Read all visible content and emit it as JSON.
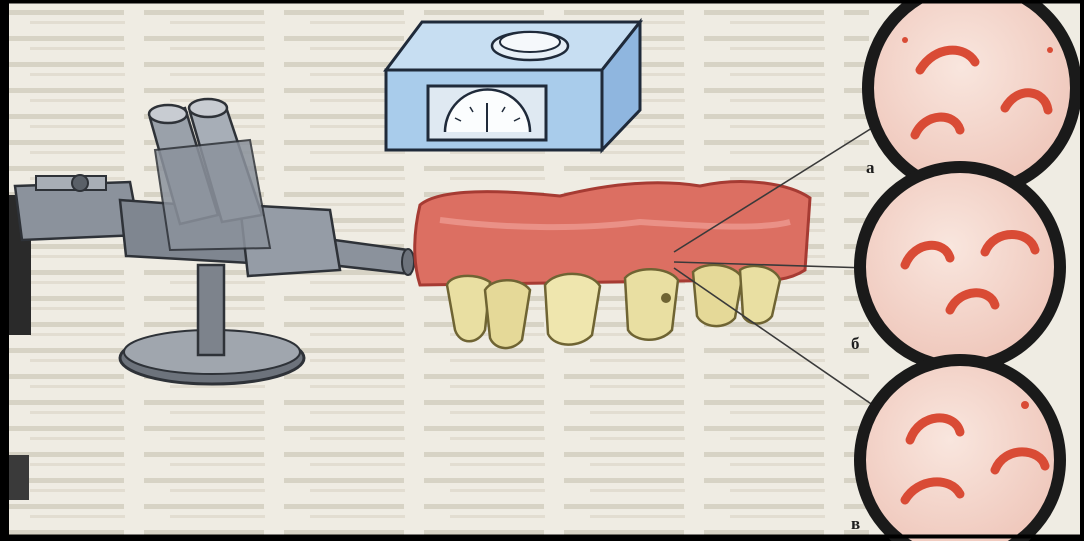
{
  "figure": {
    "labels": {
      "a": "а",
      "b": "б",
      "c": "в"
    },
    "colors": {
      "paper": "#efece3",
      "frame": "#000000",
      "gum": "#dc6f62",
      "tooth": "#e9dfa2",
      "metal": "#8b929c",
      "apparatus": "#9dc3e6",
      "lens_bg": "#f4d6cd",
      "bacteria": "#d94b35"
    },
    "icons": [
      "microscope-icon",
      "measuring-device-icon",
      "teeth-icon",
      "magnified-view-icon"
    ]
  }
}
